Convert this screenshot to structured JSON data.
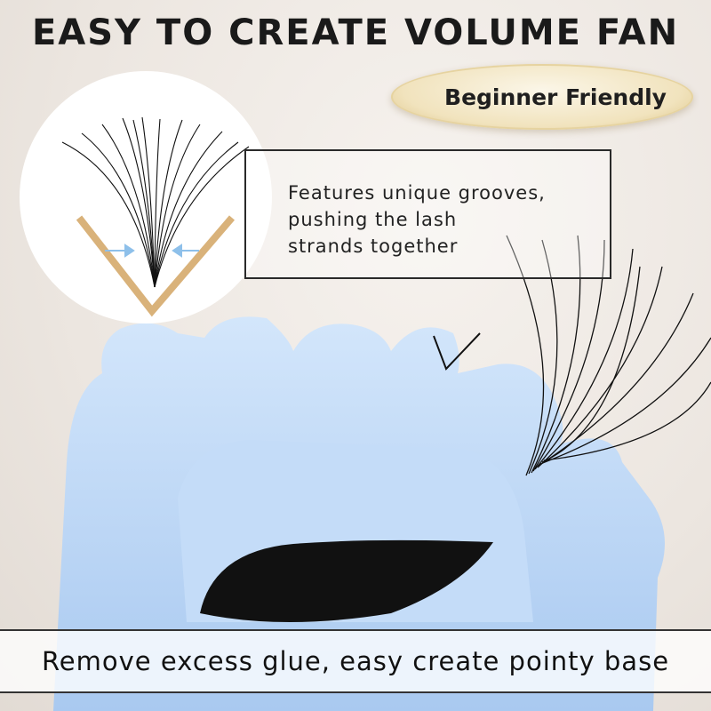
{
  "headline": "EASY TO CREATE VOLUME FAN",
  "badge": "Beginner Friendly",
  "feature_text": [
    "Features unique grooves,",
    "pushing the lash",
    "strands together"
  ],
  "footer": "Remove excess glue, easy create pointy base",
  "colors": {
    "holder_blue": "#b7d4f5",
    "groove_gold": "#d9b27a",
    "arrow_blue": "#8ec0ea"
  }
}
